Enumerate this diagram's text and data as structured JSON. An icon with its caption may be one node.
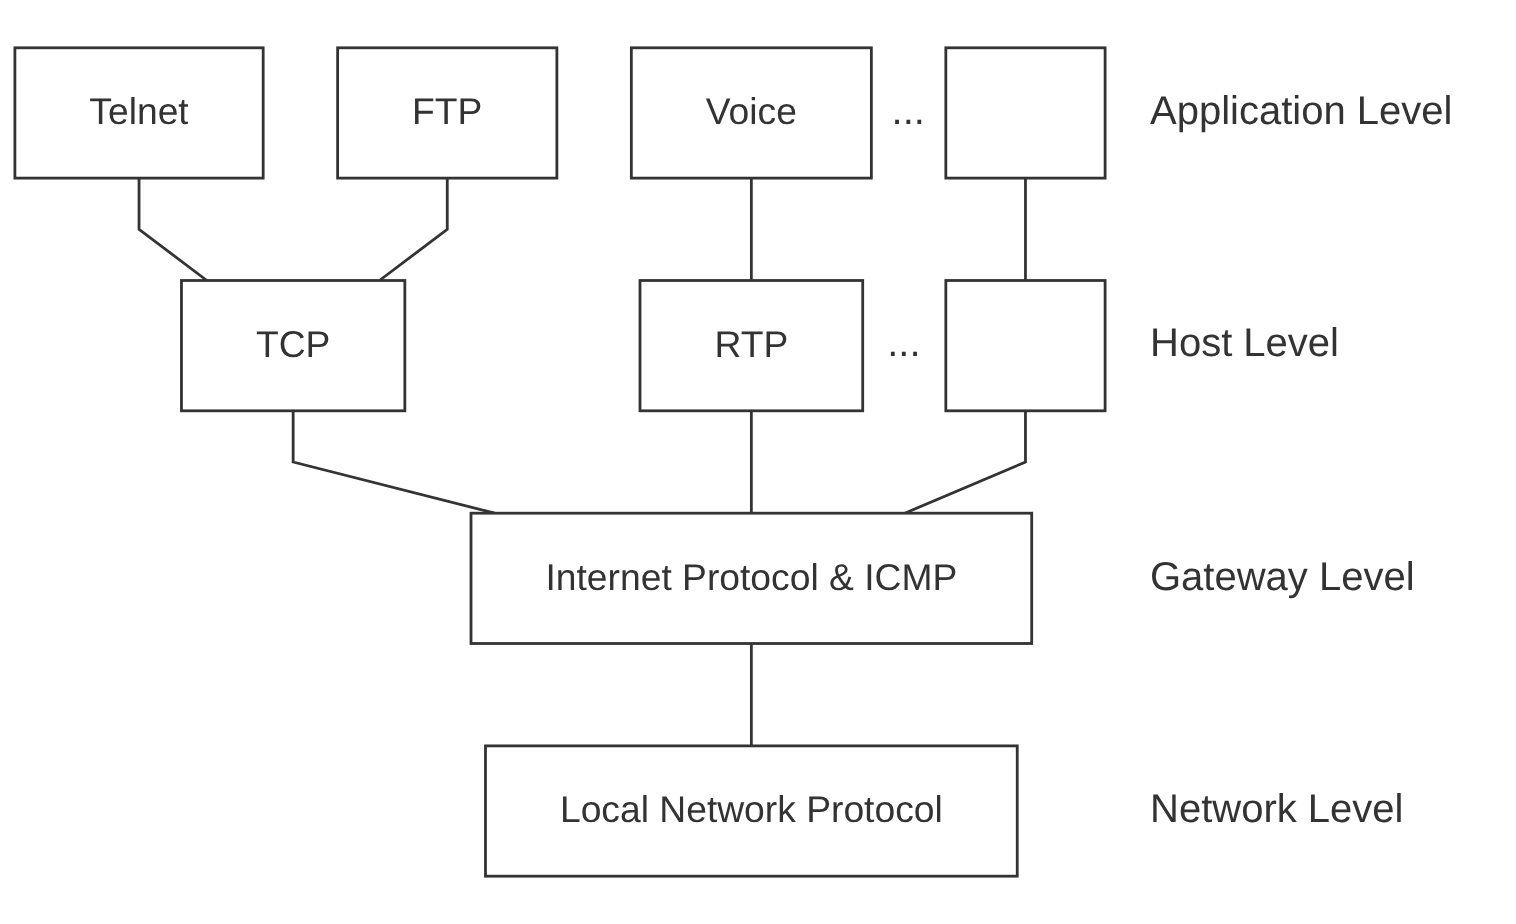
{
  "diagram": {
    "nodes": [
      {
        "text": [
          "Telnet"
        ]
      },
      {
        "text": [
          "FTP"
        ]
      },
      {
        "text": [
          "Voice"
        ]
      },
      {
        "text": [],
        "shape": "box"
      },
      {
        "text": [
          "TCP"
        ]
      },
      {
        "text": [
          "RTP"
        ]
      },
      {
        "text": [],
        "shape": "box"
      },
      {
        "text": [
          "Internet Protocol & ICMP"
        ]
      },
      {
        "text": [
          "Local Network Protocol"
        ]
      }
    ],
    "edges": [
      {
        "from": 0,
        "to": 4,
        "arrow": "none"
      },
      {
        "from": 1,
        "to": 4,
        "arrow": "none"
      },
      {
        "from": 2,
        "to": 5,
        "arrow": "none"
      },
      {
        "from": 3,
        "to": 6,
        "arrow": "none"
      },
      {
        "from": 4,
        "to": 7,
        "arrow": "none"
      },
      {
        "from": 5,
        "to": 7,
        "arrow": "none"
      },
      {
        "from": 6,
        "to": 7,
        "arrow": "none"
      },
      {
        "from": 7,
        "to": 8,
        "arrow": "none"
      }
    ],
    "labels": [
      "...",
      "Application Level",
      "...",
      "Host Level",
      "Gateway Level",
      "Network Level"
    ]
  }
}
